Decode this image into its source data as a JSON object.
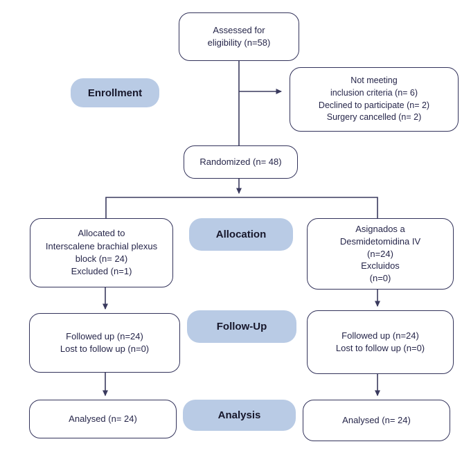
{
  "diagram_type": "consort-flow-diagram",
  "colors": {
    "box_border": "#32325a",
    "box_text": "#26264a",
    "label_fill": "#b9cbe5",
    "label_text": "#17172b",
    "connector": "#3a3a5e",
    "background": "#ffffff"
  },
  "stages": {
    "enrollment": {
      "label": "Enrollment"
    },
    "allocation": {
      "label": "Allocation"
    },
    "follow_up": {
      "label": "Follow-Up"
    },
    "analysis": {
      "label": "Analysis"
    }
  },
  "boxes": {
    "assessed": {
      "lines": [
        "Assessed for",
        "eligibility (n=58)"
      ]
    },
    "excluded": {
      "lines": [
        "Not meeting",
        "inclusion criteria (n= 6)",
        "Declined to participate (n= 2)",
        "Surgery cancelled (n= 2)"
      ]
    },
    "randomized": {
      "lines": [
        "Randomized (n= 48)"
      ]
    },
    "arm_left_allocation": {
      "lines": [
        "Allocated to",
        "Interscalene brachial plexus",
        "block (n= 24)",
        "Excluded (n=1)"
      ]
    },
    "arm_right_allocation": {
      "lines": [
        "Asignados a",
        "Desmidetomidina IV",
        "(n=24)",
        "Excluidos",
        "(n=0)"
      ]
    },
    "arm_left_followup": {
      "lines": [
        "Followed up (n=24)",
        "Lost to follow up (n=0)"
      ]
    },
    "arm_right_followup": {
      "lines": [
        "Followed up (n=24)",
        "Lost to follow up (n=0)"
      ]
    },
    "arm_left_analysis": {
      "lines": [
        "Analysed (n= 24)"
      ]
    },
    "arm_right_analysis": {
      "lines": [
        "Analysed (n= 24)"
      ]
    }
  }
}
